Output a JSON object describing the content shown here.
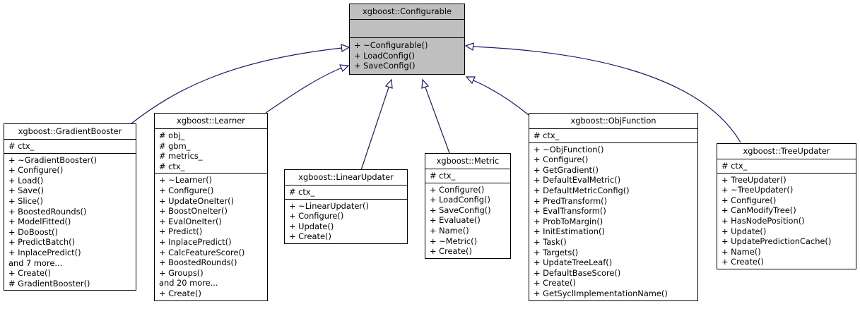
{
  "base": {
    "name": "xgboost::Configurable",
    "attributes": [],
    "methods": [
      "+ ~Configurable()",
      "+ LoadConfig()",
      "+ SaveConfig()"
    ]
  },
  "derived": [
    {
      "name": "xgboost::GradientBooster",
      "attributes": [
        "# ctx_"
      ],
      "methods": [
        "+ ~GradientBooster()",
        "+ Configure()",
        "+ Load()",
        "+ Save()",
        "+ Slice()",
        "+ BoostedRounds()",
        "+ ModelFitted()",
        "+ DoBoost()",
        "+ PredictBatch()",
        "+ InplacePredict()",
        "and 7 more...",
        "+ Create()",
        "# GradientBooster()"
      ]
    },
    {
      "name": "xgboost::Learner",
      "attributes": [
        "# obj_",
        "# gbm_",
        "# metrics_",
        "# ctx_"
      ],
      "methods": [
        "+ ~Learner()",
        "+ Configure()",
        "+ UpdateOneIter()",
        "+ BoostOneIter()",
        "+ EvalOneIter()",
        "+ Predict()",
        "+ InplacePredict()",
        "+ CalcFeatureScore()",
        "+ BoostedRounds()",
        "+ Groups()",
        "and 20 more...",
        "+ Create()"
      ]
    },
    {
      "name": "xgboost::LinearUpdater",
      "attributes": [
        "# ctx_"
      ],
      "methods": [
        "+ ~LinearUpdater()",
        "+ Configure()",
        "+ Update()",
        "+ Create()"
      ]
    },
    {
      "name": "xgboost::Metric",
      "attributes": [
        "# ctx_"
      ],
      "methods": [
        "+ Configure()",
        "+ LoadConfig()",
        "+ SaveConfig()",
        "+ Evaluate()",
        "+ Name()",
        "+ ~Metric()",
        "+ Create()"
      ]
    },
    {
      "name": "xgboost::ObjFunction",
      "attributes": [
        "# ctx_"
      ],
      "methods": [
        "+ ~ObjFunction()",
        "+ Configure()",
        "+ GetGradient()",
        "+ DefaultEvalMetric()",
        "+ DefaultMetricConfig()",
        "+ PredTransform()",
        "+ EvalTransform()",
        "+ ProbToMargin()",
        "+ InitEstimation()",
        "+ Task()",
        "+ Targets()",
        "+ UpdateTreeLeaf()",
        "+ DefaultBaseScore()",
        "+ Create()",
        "+ GetSyclImplementationName()"
      ]
    },
    {
      "name": "xgboost::TreeUpdater",
      "attributes": [
        "# ctx_"
      ],
      "methods": [
        "+ TreeUpdater()",
        "+ ~TreeUpdater()",
        "+ Configure()",
        "+ CanModifyTree()",
        "+ HasNodePosition()",
        "+ Update()",
        "+ UpdatePredictionCache()",
        "+ Name()",
        "+ Create()"
      ]
    }
  ]
}
